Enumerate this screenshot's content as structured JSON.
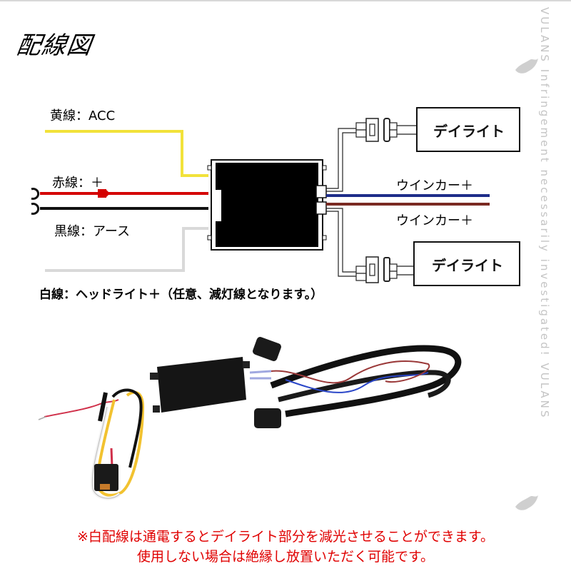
{
  "title": "配線図",
  "wires": {
    "yellow": {
      "label": "黄線：ACC",
      "color": "#f2e23a"
    },
    "red": {
      "label": "赤線：＋",
      "color": "#d40000"
    },
    "black": {
      "label": "黒線：アース",
      "color": "#111111"
    },
    "white": {
      "label": "白線：ヘッドライト＋（任意、減灯線となります。）",
      "color": "#d9d9d9"
    },
    "blue": {
      "label": "ウインカー＋",
      "color": "#1e2d8a"
    },
    "brown": {
      "label": "ウインカー＋",
      "color": "#7a2a22"
    }
  },
  "outputs": {
    "top": {
      "label": "デイライト"
    },
    "bottom": {
      "label": "デイライト"
    }
  },
  "watermark": "VULANS  Infringement necessarily investigated!  VULANS",
  "photo": {
    "description": "DRL controller module with wiring harness and connectors"
  },
  "notes": {
    "line1": "※白配線は通電するとデイライト部分を減光させることができます。",
    "line2": "使用しない場合は絶縁し放置いただく可能です。"
  },
  "colors": {
    "note_text": "#e00000",
    "watermark": "#c4c4c4"
  }
}
